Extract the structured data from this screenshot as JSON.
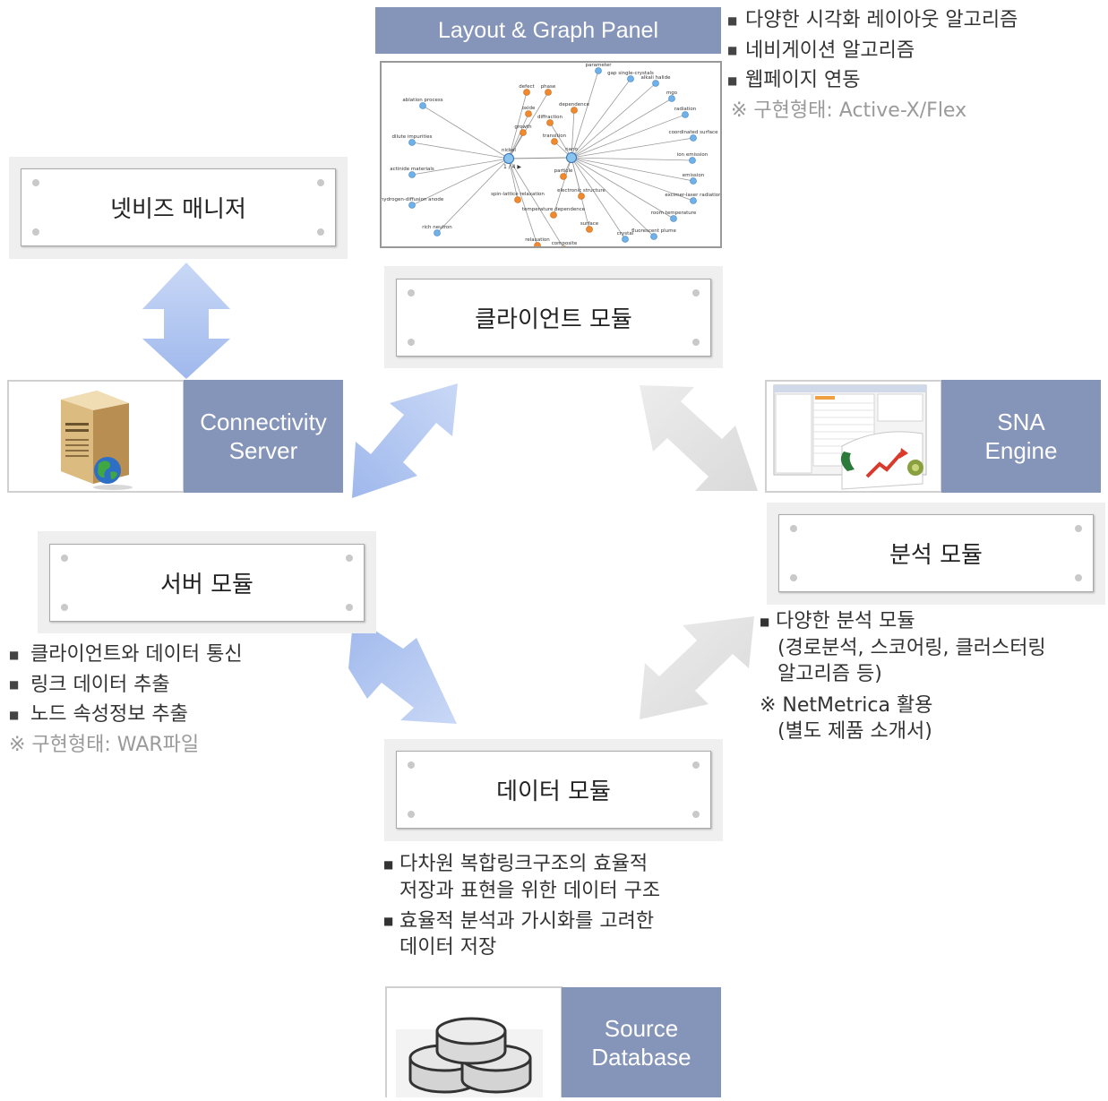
{
  "nodes": {
    "manager": "넷비즈 매니저",
    "client": "클라이언트 모듈",
    "server": "서버 모듈",
    "analysis": "분석 모듈",
    "data": "데이터 모듈",
    "layout_panel": "Layout & Graph Panel",
    "connectivity_line1": "Connectivity",
    "connectivity_line2": "Server",
    "sna_line1": "SNA",
    "sna_line2": "Engine",
    "source_line1": "Source",
    "source_line2": "Database"
  },
  "layout_notes": {
    "items": [
      "다양한 시각화 레이아웃 알고리즘",
      "네비게이션 알고리즘",
      "웹페이지 연동"
    ],
    "impl": "※ 구현형태: Active-X/Flex"
  },
  "server_notes": {
    "items": [
      "클라이언트와 데이터 통신",
      "링크 데이터 추출",
      "노드 속성정보 추출"
    ],
    "impl": "※ 구현형태: WAR파일"
  },
  "analysis_notes": {
    "item1_line1": "다양한 분석 모듈",
    "item1_line2": "(경로분석, 스코어링, 클러스터링",
    "item1_line3": "알고리즘 등)",
    "ref_line1": "※ NetMetrica 활용",
    "ref_line2": "(별도 제품 소개서)"
  },
  "data_notes": {
    "item1_line1": "다차원 복합링크구조의 효율적",
    "item1_line2": "저장과 표현을 위한 데이터 구조",
    "item2_line1": "효율적 분석과 가시화를 고려한",
    "item2_line2": "데이터 저장"
  },
  "graph_labels": {
    "hubs": [
      "nickel",
      "nano"
    ],
    "blue_nodes": [
      "ablation process",
      "dilute impurities",
      "actinide materials",
      "hydrogen-diffusion anode",
      "rich neutron",
      "parameter",
      "gap single-crystals",
      "alkali halide",
      "mgo",
      "radiation",
      "coordinated surface",
      "ion emission",
      "emission",
      "excimer-laser radiation",
      "room temperature",
      "fluorescent plume",
      "crystal"
    ],
    "orange_nodes": [
      "defect",
      "phase",
      "oxide",
      "dependence",
      "diffraction",
      "growth",
      "transition",
      "particle",
      "spin-lattice relaxation",
      "electronic structure",
      "temperature dependence",
      "surface",
      "relaxation",
      "composite"
    ],
    "pager": "1 / 4"
  },
  "colors": {
    "label_box": "#8594b9",
    "arrow_blue": "#a9c0ee",
    "arrow_gray": "#e2e2e2",
    "note_gray": "#9a9a9a"
  }
}
